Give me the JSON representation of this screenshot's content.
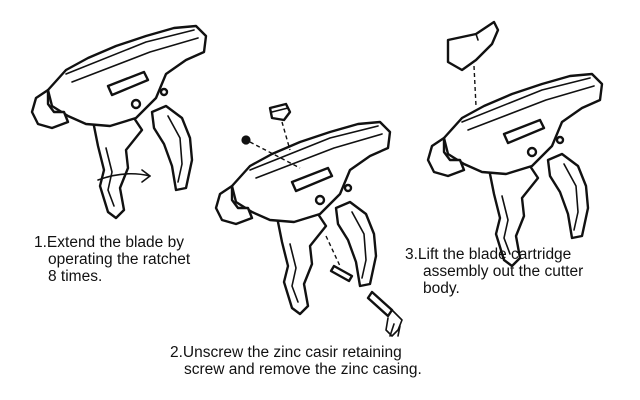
{
  "steps": [
    {
      "lines": [
        "1.Extend the blade by",
        "operating the ratchet",
        "8 times."
      ]
    },
    {
      "lines": [
        "2.Unscrew the zinc casir retaining",
        "screw and remove the zinc casing."
      ]
    },
    {
      "lines": [
        "3.Lift the blade cartridge",
        "assembly out the cutter",
        "body."
      ]
    }
  ]
}
